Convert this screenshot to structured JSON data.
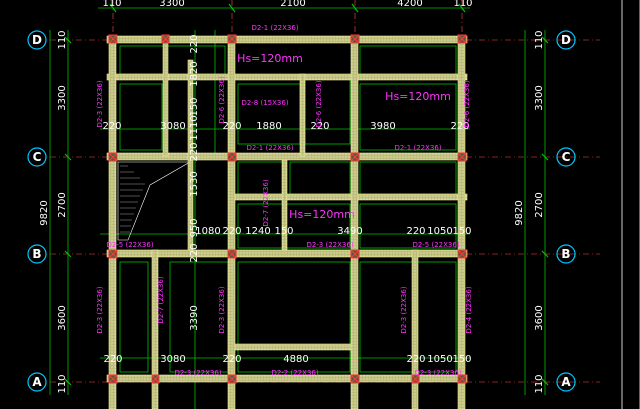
{
  "axes": {
    "rows": [
      {
        "label": "D"
      },
      {
        "label": "C"
      },
      {
        "label": "B"
      },
      {
        "label": "A"
      }
    ]
  },
  "dims_top": [
    "110",
    "3300",
    "2100",
    "4200",
    "110"
  ],
  "dims_left": [
    "110",
    "3300",
    "2700",
    "3600",
    "110"
  ],
  "dims_right": [
    "110",
    "3300",
    "2700",
    "3600",
    "110"
  ],
  "dim_total": "9820",
  "slab_notes": [
    "Hs=120mm",
    "Hs=120mm",
    "Hs=120mm"
  ],
  "row_dims": {
    "upper": [
      "220",
      "3080",
      "220",
      "1880",
      "220",
      "3980",
      "220"
    ],
    "middle": [
      "1080",
      "220",
      "1240",
      "150",
      "3490",
      "220",
      "1050",
      "150"
    ],
    "lower": [
      "220",
      "3080",
      "220",
      "4880",
      "220",
      "1050",
      "150"
    ]
  },
  "inner_dims": {
    "col_a": [
      "220",
      "1820",
      "150",
      "1110",
      "220"
    ],
    "col_b": [
      "220",
      "1530"
    ],
    "col_c": [
      "220",
      "950"
    ],
    "col_d": [
      "3390"
    ]
  },
  "beam_labels": {
    "top_row": [
      "D2-1 (22X36)"
    ],
    "row_c": [
      "D2-1 (22X36)",
      "D2-1 (22X36)"
    ],
    "row_b": [
      "D2-5 (22X36)",
      "D2-3 (22X36)",
      "D2-5 (22X36)"
    ],
    "row_a": [
      "D2-3 (22X36)",
      "D2-2 (22X36)",
      "D2-3 (22X36)"
    ],
    "inner": [
      "D2-8 (15X36)"
    ],
    "vertical": [
      "D2-3 (22X36)",
      "D2-6 (22X36)",
      "D2-6 (22X36)",
      "D2-6 (22X36)",
      "D2-7 (22X36)",
      "D2-3 (22X36)",
      "D2-3 (22X36)",
      "D2-3 (22X36)",
      "D2-4 (22X36)",
      "D2-7 (22X36)"
    ]
  },
  "colors": {
    "background": "#000000",
    "beam": "#dede9a",
    "axis_line": "#ff4a4a",
    "dim_line": "#00c000",
    "text": "#ffffff",
    "beam_label": "#ff33ff",
    "column_mark": "#ff3b3b",
    "bubble": "#00c8ff"
  }
}
